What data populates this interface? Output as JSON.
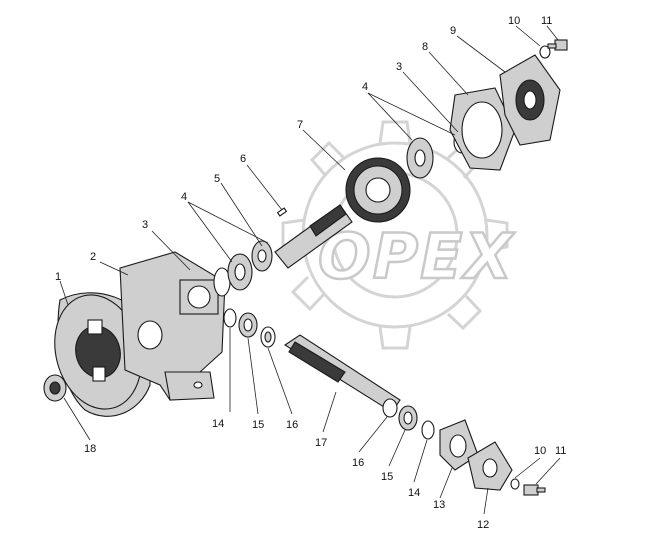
{
  "watermark": {
    "text": "OPEX"
  },
  "callouts": [
    {
      "id": "c1",
      "text": "1"
    },
    {
      "id": "c2",
      "text": "2"
    },
    {
      "id": "c3a",
      "text": "3"
    },
    {
      "id": "c3b",
      "text": "3"
    },
    {
      "id": "c4a",
      "text": "4"
    },
    {
      "id": "c4b",
      "text": "4"
    },
    {
      "id": "c5",
      "text": "5"
    },
    {
      "id": "c6",
      "text": "6"
    },
    {
      "id": "c7",
      "text": "7"
    },
    {
      "id": "c8",
      "text": "8"
    },
    {
      "id": "c9",
      "text": "9"
    },
    {
      "id": "c10a",
      "text": "10"
    },
    {
      "id": "c11a",
      "text": "11"
    },
    {
      "id": "c10b",
      "text": "10"
    },
    {
      "id": "c11b",
      "text": "11"
    },
    {
      "id": "c12",
      "text": "12"
    },
    {
      "id": "c13",
      "text": "13"
    },
    {
      "id": "c14a",
      "text": "14"
    },
    {
      "id": "c14b",
      "text": "14"
    },
    {
      "id": "c15a",
      "text": "15"
    },
    {
      "id": "c15b",
      "text": "15"
    },
    {
      "id": "c16a",
      "text": "16"
    },
    {
      "id": "c16b",
      "text": "16"
    },
    {
      "id": "c17",
      "text": "17"
    },
    {
      "id": "c18",
      "text": "18"
    }
  ]
}
